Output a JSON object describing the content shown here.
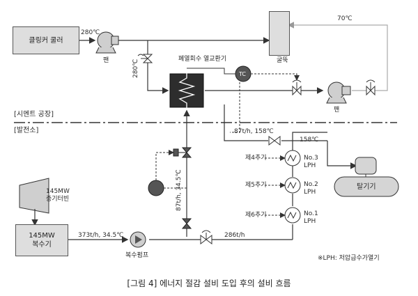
{
  "equipment": {
    "clinker_cooler": "클링커 쿨러",
    "chimney": "굴뚝",
    "waste_heat_exchanger": "폐열회수 열교환기",
    "tc": "TC",
    "fan_left": "팬",
    "fan_right": "팬",
    "turbine": "145MW\n증기터빈",
    "condenser": "145MW\n복수기",
    "condensate_pump": "복수펌프",
    "deaerator": "탈기기",
    "heater_6": "제6추기",
    "heater_5": "제5추기",
    "heater_4": "제4추기",
    "lph1": "No.1\nLPH",
    "lph2": "No.2\nLPH",
    "lph3": "No.3\nLPH"
  },
  "sections": {
    "cement": "[시멘트 공장]",
    "power": "[발전소]"
  },
  "flow_labels": {
    "t_280_top": "280℃",
    "t_280_side": "280℃",
    "t_70": "70℃",
    "f_87_158": "87t/h, 158℃",
    "t_158": "158℃",
    "f_87_345": "87t/h, 34.5℃",
    "f_373": "373t/h, 34.5℃",
    "f_286": "286t/h"
  },
  "footnote": "※LPH: 저압급수가열기",
  "caption": "[그림 4] 에너지 절감 설비 도입 후의 설비 흐름"
}
